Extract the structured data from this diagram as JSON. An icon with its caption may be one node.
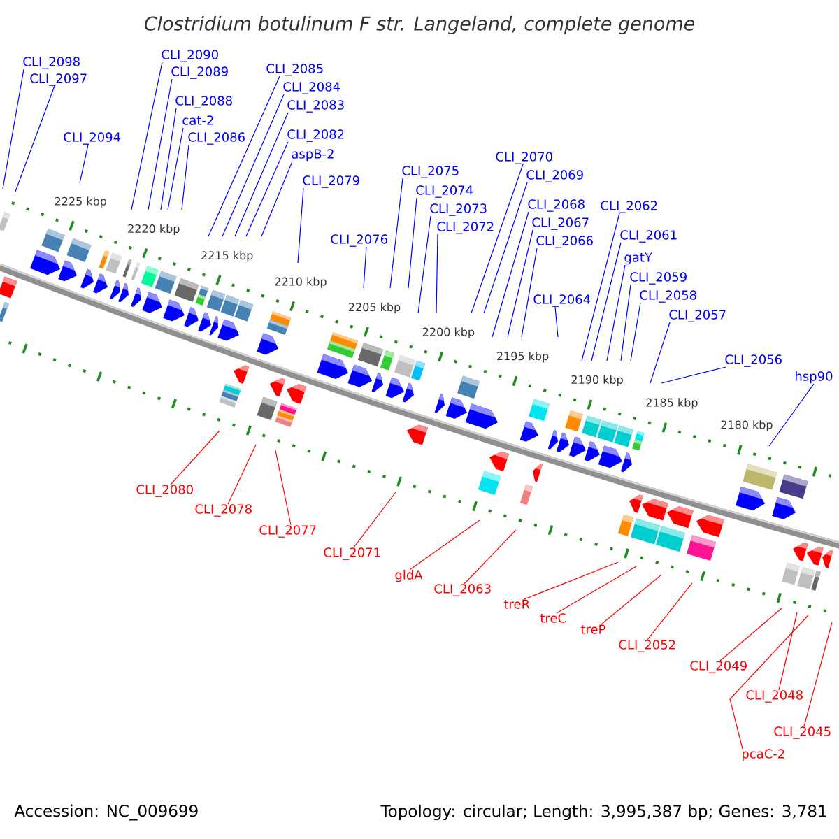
{
  "diagram": {
    "title": "Clostridium botulinum F str. Langeland, complete genome",
    "nodes": [
      {
        "text": [
          "CLI_2098"
        ]
      },
      {
        "text": [
          "CLI_2097"
        ]
      },
      {
        "text": [
          "CLI_2094"
        ]
      },
      {
        "text": [
          "CLI_2090"
        ]
      },
      {
        "text": [
          "CLI_2089"
        ]
      },
      {
        "text": [
          "CLI_2088"
        ]
      },
      {
        "text": [
          "cat-2"
        ]
      },
      {
        "text": [
          "CLI_2086"
        ]
      },
      {
        "text": [
          "CLI_2085"
        ]
      },
      {
        "text": [
          "CLI_2084"
        ]
      },
      {
        "text": [
          "CLI_2083"
        ]
      },
      {
        "text": [
          "CLI_2082"
        ]
      },
      {
        "text": [
          "aspB-2"
        ]
      },
      {
        "text": [
          "CLI_2079"
        ]
      },
      {
        "text": [
          "CLI_2076"
        ]
      },
      {
        "text": [
          "CLI_2075"
        ]
      },
      {
        "text": [
          "CLI_2074"
        ]
      },
      {
        "text": [
          "CLI_2073"
        ]
      },
      {
        "text": [
          "CLI_2072"
        ]
      },
      {
        "text": [
          "CLI_2070"
        ]
      },
      {
        "text": [
          "CLI_2069"
        ]
      },
      {
        "text": [
          "CLI_2068"
        ]
      },
      {
        "text": [
          "CLI_2067"
        ]
      },
      {
        "text": [
          "CLI_2066"
        ]
      },
      {
        "text": [
          "CLI_2064"
        ]
      },
      {
        "text": [
          "CLI_2062"
        ]
      },
      {
        "text": [
          "CLI_2061"
        ]
      },
      {
        "text": [
          "gatY"
        ]
      },
      {
        "text": [
          "CLI_2059"
        ]
      },
      {
        "text": [
          "CLI_2058"
        ]
      },
      {
        "text": [
          "CLI_2057"
        ]
      },
      {
        "text": [
          "CLI_2056"
        ]
      },
      {
        "text": [
          "hsp90"
        ]
      },
      {
        "text": [
          "CLI_2080"
        ]
      },
      {
        "text": [
          "CLI_2078"
        ]
      },
      {
        "text": [
          "CLI_2077"
        ]
      },
      {
        "text": [
          "CLI_2071"
        ]
      },
      {
        "text": [
          "gldA"
        ]
      },
      {
        "text": [
          "CLI_2063"
        ]
      },
      {
        "text": [
          "treR"
        ]
      },
      {
        "text": [
          "treC"
        ]
      },
      {
        "text": [
          "treP"
        ]
      },
      {
        "text": [
          "CLI_2052"
        ]
      },
      {
        "text": [
          "CLI_2049"
        ]
      },
      {
        "text": [
          "CLI_2048"
        ]
      },
      {
        "text": [
          "CLI_2045"
        ]
      },
      {
        "text": [
          "pcaC-2"
        ]
      }
    ],
    "edges": [
      {
        "from": 0,
        "to": null,
        "arrow": "none"
      },
      {
        "from": 1,
        "to": null,
        "arrow": "none"
      },
      {
        "from": 2,
        "to": null,
        "arrow": "none"
      },
      {
        "from": 3,
        "to": null,
        "arrow": "none"
      },
      {
        "from": 4,
        "to": null,
        "arrow": "none"
      },
      {
        "from": 5,
        "to": null,
        "arrow": "none"
      },
      {
        "from": 6,
        "to": null,
        "arrow": "none"
      },
      {
        "from": 7,
        "to": null,
        "arrow": "none"
      },
      {
        "from": 8,
        "to": null,
        "arrow": "none"
      },
      {
        "from": 9,
        "to": null,
        "arrow": "none"
      },
      {
        "from": 10,
        "to": null,
        "arrow": "none"
      },
      {
        "from": 11,
        "to": null,
        "arrow": "none"
      },
      {
        "from": 12,
        "to": null,
        "arrow": "none"
      },
      {
        "from": 13,
        "to": null,
        "arrow": "none"
      },
      {
        "from": 14,
        "to": null,
        "arrow": "none"
      },
      {
        "from": 15,
        "to": null,
        "arrow": "none"
      },
      {
        "from": 16,
        "to": null,
        "arrow": "none"
      },
      {
        "from": 17,
        "to": null,
        "arrow": "none"
      },
      {
        "from": 18,
        "to": null,
        "arrow": "none"
      },
      {
        "from": 19,
        "to": null,
        "arrow": "none"
      },
      {
        "from": 20,
        "to": null,
        "arrow": "none"
      },
      {
        "from": 21,
        "to": null,
        "arrow": "none"
      },
      {
        "from": 22,
        "to": null,
        "arrow": "none"
      },
      {
        "from": 23,
        "to": null,
        "arrow": "none"
      },
      {
        "from": 24,
        "to": null,
        "arrow": "none"
      },
      {
        "from": 25,
        "to": null,
        "arrow": "none"
      },
      {
        "from": 26,
        "to": null,
        "arrow": "none"
      },
      {
        "from": 27,
        "to": null,
        "arrow": "none"
      },
      {
        "from": 28,
        "to": null,
        "arrow": "none"
      },
      {
        "from": 29,
        "to": null,
        "arrow": "none"
      },
      {
        "from": 30,
        "to": null,
        "arrow": "none"
      },
      {
        "from": 31,
        "to": null,
        "arrow": "none"
      },
      {
        "from": 32,
        "to": null,
        "arrow": "none"
      },
      {
        "from": 33,
        "to": null,
        "arrow": "none",
        "color": "#ff0000"
      },
      {
        "from": 34,
        "to": null,
        "arrow": "none",
        "color": "#ff0000"
      },
      {
        "from": 35,
        "to": null,
        "arrow": "none",
        "color": "#ff0000"
      },
      {
        "from": 36,
        "to": null,
        "arrow": "none",
        "color": "#ff0000"
      },
      {
        "from": 37,
        "to": null,
        "arrow": "none",
        "color": "#ff0000"
      },
      {
        "from": 38,
        "to": null,
        "arrow": "none",
        "color": "#ff0000"
      },
      {
        "from": 39,
        "to": null,
        "arrow": "none",
        "color": "#ff0000"
      },
      {
        "from": 40,
        "to": null,
        "arrow": "none",
        "color": "#ff0000"
      },
      {
        "from": 41,
        "to": null,
        "arrow": "none",
        "color": "#ff0000"
      },
      {
        "from": 42,
        "to": null,
        "arrow": "none",
        "color": "#ff0000"
      },
      {
        "from": 43,
        "to": null,
        "arrow": "none",
        "color": "#ff0000"
      },
      {
        "from": 44,
        "to": null,
        "arrow": "none",
        "color": "#ff0000"
      },
      {
        "from": 45,
        "to": null,
        "arrow": "none",
        "color": "#ff0000"
      },
      {
        "from": 46,
        "to": null,
        "arrow": "none",
        "color": "#ff0000"
      }
    ],
    "labels": [
      "2225 kbp",
      "2220 kbp",
      "2215 kbp",
      "2210 kbp",
      "2205 kbp",
      "2200 kbp",
      "2195 kbp",
      "2190 kbp",
      "2185 kbp",
      "2180 kbp",
      "Accession: NC_009699",
      "Topology: circular; Length: 3,995,387 bp; Genes: 3,781"
    ]
  }
}
